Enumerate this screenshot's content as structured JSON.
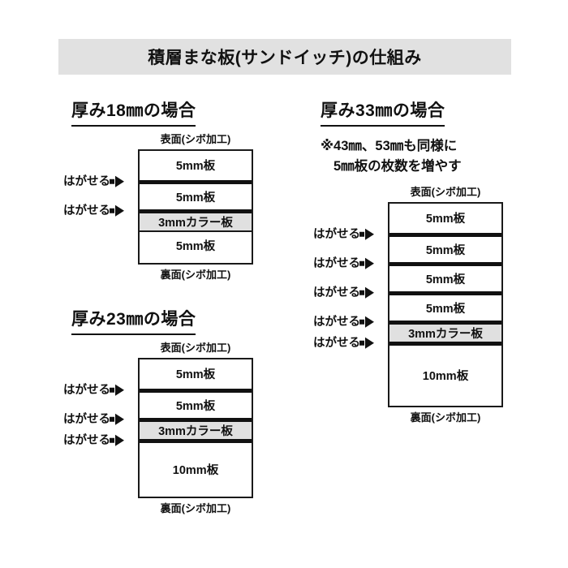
{
  "title": "積層まな板(サンドイッチ)の仕組み",
  "labels": {
    "top_face": "表面(シボ加工)",
    "bottom_face": "裏面(シボ加工)",
    "peelable": "はがせる"
  },
  "colors": {
    "title_bar_bg": "#e1e1e1",
    "color_layer_bg": "#e0e0e0",
    "line": "#111111",
    "page_bg": "#ffffff"
  },
  "sections": [
    {
      "heading": "厚み18㎜の場合",
      "note": null,
      "top_face": "表面(シボ加工)",
      "bottom_face": "裏面(シボ加工)",
      "layers": [
        {
          "label": "5mm板",
          "color": false,
          "peelable_above": false
        },
        {
          "label": "5mm板",
          "color": false,
          "peelable_above": true
        },
        {
          "label": "3mmカラー板",
          "color": true,
          "peelable_above": true
        },
        {
          "label": "5mm板",
          "color": false,
          "peelable_above": false
        }
      ]
    },
    {
      "heading": "厚み23㎜の場合",
      "note": null,
      "top_face": "表面(シボ加工)",
      "bottom_face": "裏面(シボ加工)",
      "layers": [
        {
          "label": "5mm板",
          "color": false,
          "peelable_above": false
        },
        {
          "label": "5mm板",
          "color": false,
          "peelable_above": true
        },
        {
          "label": "3mmカラー板",
          "color": true,
          "peelable_above": true
        },
        {
          "label": "10mm板",
          "color": false,
          "peelable_above": true
        }
      ]
    },
    {
      "heading": "厚み33㎜の場合",
      "note_line_1": "※43㎜、53㎜も同様に",
      "note_line_2": "5㎜板の枚数を増やす",
      "top_face": "表面(シボ加工)",
      "bottom_face": "裏面(シボ加工)",
      "layers": [
        {
          "label": "5mm板",
          "color": false,
          "peelable_above": false
        },
        {
          "label": "5mm板",
          "color": false,
          "peelable_above": true
        },
        {
          "label": "5mm板",
          "color": false,
          "peelable_above": true
        },
        {
          "label": "5mm板",
          "color": false,
          "peelable_above": true
        },
        {
          "label": "3mmカラー板",
          "color": true,
          "peelable_above": true
        },
        {
          "label": "10mm板",
          "color": false,
          "peelable_above": true
        }
      ]
    }
  ]
}
